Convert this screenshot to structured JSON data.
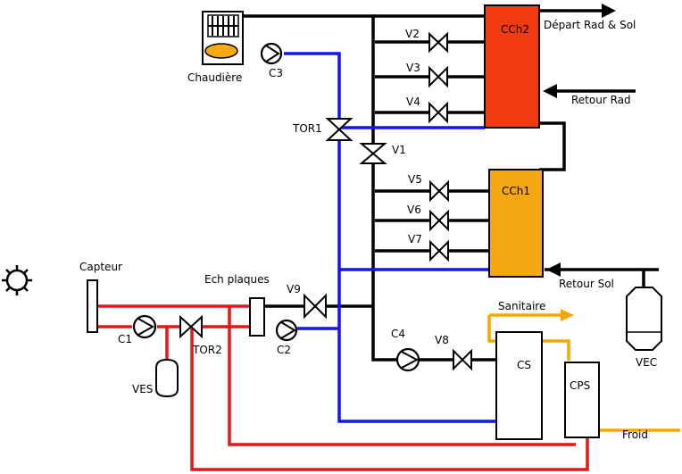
{
  "labels": {
    "chaudiere": "Chaudière",
    "c3": "C3",
    "tor1": "TOR1",
    "v1": "V1",
    "v2": "V2",
    "v3": "V3",
    "v4": "V4",
    "v5": "V5",
    "v6": "V6",
    "v7": "V7",
    "v8": "V8",
    "v9": "V9",
    "cch2": "CCh2",
    "cch1": "CCh1",
    "depart_rad_sol": "Départ Rad & Sol",
    "retour_rad": "Retour Rad",
    "retour_sol": "Retour Sol",
    "capteur": "Capteur",
    "ech_plaques": "Ech plaques",
    "c1": "C1",
    "c2": "C2",
    "c4": "C4",
    "tor2": "TOR2",
    "ves": "VES",
    "sanitaire": "Sanitaire",
    "cs": "CS",
    "cps": "CPS",
    "vec": "VEC",
    "froid": "Froid"
  },
  "colors": {
    "black_pipe": "#000000",
    "blue_pipe": "#1515e8",
    "red_pipe": "#e81515",
    "orange_pipe": "#f5a800",
    "cch2_fill": "#f03a10",
    "cch1_fill": "#f5a812",
    "boiler_flame": "#f5a812"
  },
  "icons": [
    "sun-icon",
    "pump-icon",
    "valve-icon",
    "expansion-vessel-icon",
    "boiler-icon",
    "arrow-icon"
  ]
}
